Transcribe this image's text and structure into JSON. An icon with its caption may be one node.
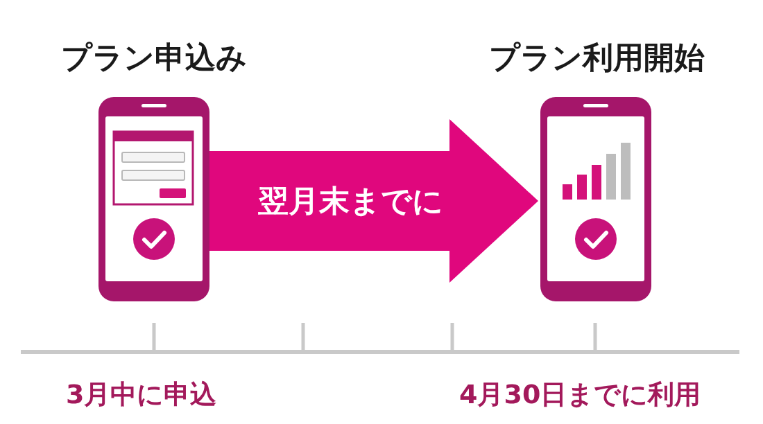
{
  "diagram": {
    "nodes": [
      {
        "text": [
          "プラン申込み"
        ]
      },
      {
        "text": [
          "プラン利用開始"
        ]
      }
    ],
    "edges": [
      {
        "from": 0,
        "to": 1,
        "arrow": "to",
        "label": "翌月末までに"
      }
    ],
    "labels": [
      "3月中に申込",
      "4月30日までに利用"
    ]
  }
}
